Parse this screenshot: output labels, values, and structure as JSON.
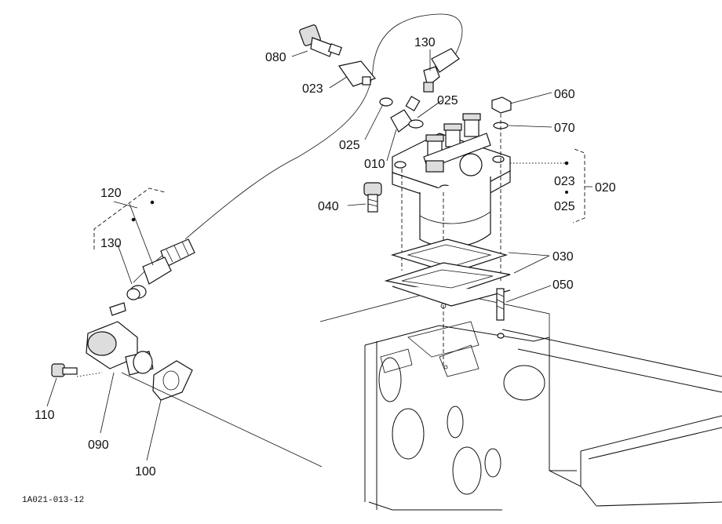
{
  "diagram": {
    "drawing_code": "1A021-013-12",
    "callouts": [
      {
        "id": "080",
        "text": "080"
      },
      {
        "id": "023a",
        "text": "023"
      },
      {
        "id": "130a",
        "text": "130"
      },
      {
        "id": "025a",
        "text": "025"
      },
      {
        "id": "025b",
        "text": "025"
      },
      {
        "id": "010",
        "text": "010"
      },
      {
        "id": "060",
        "text": "060"
      },
      {
        "id": "070",
        "text": "070"
      },
      {
        "id": "023b",
        "text": "023"
      },
      {
        "id": "025c",
        "text": "025"
      },
      {
        "id": "020",
        "text": "020"
      },
      {
        "id": "040",
        "text": "040"
      },
      {
        "id": "120",
        "text": "120"
      },
      {
        "id": "130b",
        "text": "130"
      },
      {
        "id": "030",
        "text": "030"
      },
      {
        "id": "050",
        "text": "050"
      },
      {
        "id": "110",
        "text": "110"
      },
      {
        "id": "090",
        "text": "090"
      },
      {
        "id": "100",
        "text": "100"
      }
    ]
  }
}
